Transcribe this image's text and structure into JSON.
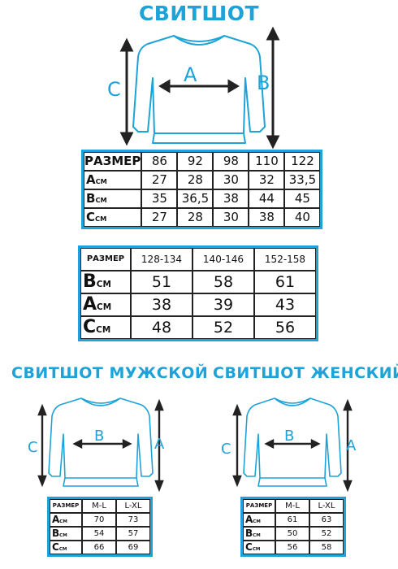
{
  "titles": {
    "main": "СВИТШОТ",
    "men": "СВИТШОТ МУЖСКОЙ",
    "women": "СВИТШОТ ЖЕНСКИЙ"
  },
  "diagram_main": {
    "left": "C",
    "chest": "A",
    "right": "B"
  },
  "diagram_men": {
    "left": "C",
    "chest": "B",
    "right": "A"
  },
  "diagram_women": {
    "left": "C",
    "chest": "B",
    "right": "A"
  },
  "table_children_small": {
    "header": [
      "РАЗМЕР",
      "86",
      "92",
      "98",
      "110",
      "122"
    ],
    "rows": [
      {
        "letter": "A",
        "unit": "СМ",
        "values": [
          "27",
          "28",
          "30",
          "32",
          "33,5"
        ]
      },
      {
        "letter": "B",
        "unit": "СМ",
        "values": [
          "35",
          "36,5",
          "38",
          "44",
          "45"
        ]
      },
      {
        "letter": "C",
        "unit": "СМ",
        "values": [
          "27",
          "28",
          "30",
          "38",
          "40"
        ]
      }
    ]
  },
  "table_children_large": {
    "header": [
      "РАЗМЕР",
      "128-134",
      "140-146",
      "152-158"
    ],
    "rows": [
      {
        "letter": "B",
        "unit": "СМ",
        "values": [
          "51",
          "58",
          "61"
        ]
      },
      {
        "letter": "A",
        "unit": "СМ",
        "values": [
          "38",
          "39",
          "43"
        ]
      },
      {
        "letter": "C",
        "unit": "СМ",
        "values": [
          "48",
          "52",
          "56"
        ]
      }
    ]
  },
  "table_men": {
    "header": [
      "РАЗМЕР",
      "M-L",
      "L-XL"
    ],
    "rows": [
      {
        "letter": "A",
        "unit": "СМ",
        "values": [
          "70",
          "73"
        ]
      },
      {
        "letter": "B",
        "unit": "СМ",
        "values": [
          "54",
          "57"
        ]
      },
      {
        "letter": "C",
        "unit": "СМ",
        "values": [
          "66",
          "69"
        ]
      }
    ]
  },
  "table_women": {
    "header": [
      "РАЗМЕР",
      "M-L",
      "L-XL"
    ],
    "rows": [
      {
        "letter": "A",
        "unit": "СМ",
        "values": [
          "61",
          "63"
        ]
      },
      {
        "letter": "B",
        "unit": "СМ",
        "values": [
          "50",
          "52"
        ]
      },
      {
        "letter": "C",
        "unit": "СМ",
        "values": [
          "56",
          "58"
        ]
      }
    ]
  },
  "colors": {
    "accent": "#1da3d8",
    "outline": "#222222"
  }
}
